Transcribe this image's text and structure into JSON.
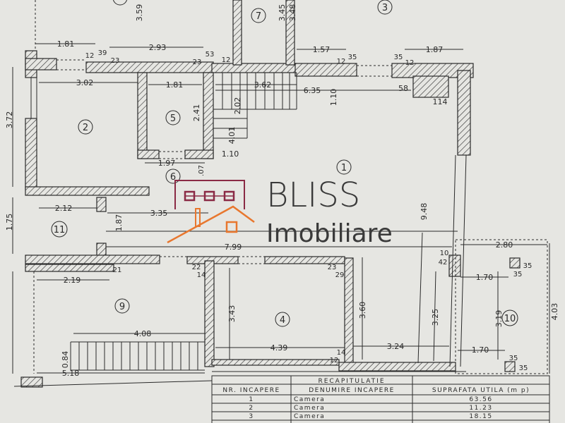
{
  "dimensions": [
    "1.81",
    "12",
    "39",
    "23",
    "2.93",
    "53",
    "23",
    "12",
    "3.59",
    "3.45",
    "3.48",
    "1.57",
    "12",
    "35",
    "35",
    "12",
    "1.87",
    "3.02",
    "1.81",
    "2.41",
    "3.62",
    "6.35",
    "1.10",
    "58",
    "114",
    "2.02",
    "4.01",
    "1.10",
    "1.97",
    ".07",
    "3.72",
    "1.75",
    "2.12",
    "3.35",
    "1.87",
    "7.99",
    "9.48",
    "2.80",
    "10",
    "42",
    "21",
    "22",
    "14",
    "23",
    "29",
    "2.19",
    "35",
    "35",
    "1.70",
    "3.43",
    "3.60",
    "3.25",
    "3.19",
    "4.03",
    "4.08",
    "0.84",
    "4.39",
    "14",
    "12",
    "3.24",
    "1.70",
    "35",
    "35",
    "5.18"
  ],
  "rooms": {
    "r1": "1",
    "r2": "2",
    "r3": "3",
    "r4": "4",
    "r5": "5",
    "r6": "6",
    "r7": "7",
    "r9": "9",
    "r10": "10",
    "r11": "11"
  },
  "table": {
    "title": "RECAPITULATIE",
    "headers": [
      "NR. INCAPERE",
      "DENUMIRE INCAPERE",
      "SUPRAFATA UTILA (m p)"
    ],
    "rows": [
      {
        "nr": "1",
        "name": "Camera",
        "area": "63.56"
      },
      {
        "nr": "2",
        "name": "Camera",
        "area": "11.23"
      },
      {
        "nr": "3",
        "name": "Camera",
        "area": "18.15"
      }
    ]
  },
  "watermark": {
    "brand": "BLISS",
    "sub": "Imobiliare",
    "colors": {
      "maroon": "#8a2a45",
      "orange": "#e8772e",
      "text": "#3a3a3a"
    }
  }
}
